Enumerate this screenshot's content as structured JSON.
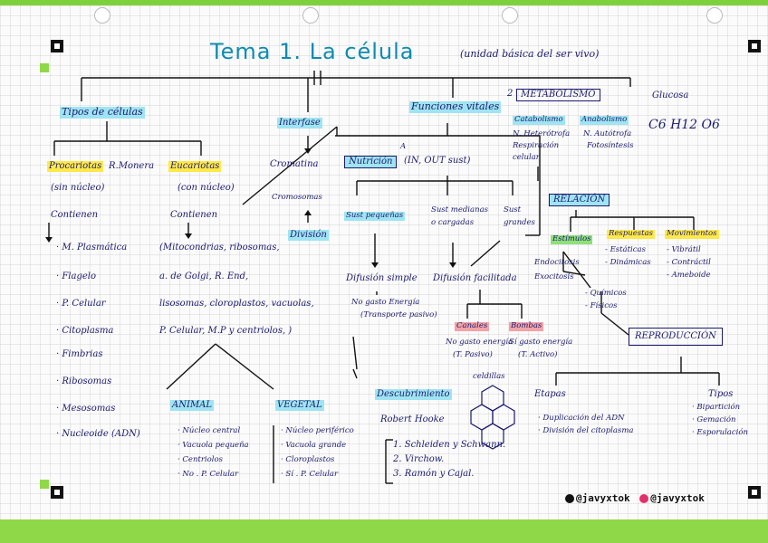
{
  "page": {
    "title": "Tema 1. La célula",
    "subtitle": "(unidad básica del ser vivo)",
    "footer": {
      "tiktok": "@javyxtok",
      "instagram": "@javyxtok"
    }
  },
  "tipos": {
    "heading": "Tipos de células",
    "procariotas": "Procariotas",
    "rmonera": "R.Monera",
    "sin_nucleo": "(sin núcleo)",
    "eucariotas": "Eucariotas",
    "con_nucleo": "(con núcleo)",
    "contienen_left": "Contienen",
    "contienen_right": "Contienen",
    "pro_list": [
      "· M. Plasmática",
      "· Flagelo",
      "· P. Celular",
      "· Citoplasma",
      "· Fimbrias",
      "· Ribosomas",
      "· Mesosomas",
      "· Nucleoide (ADN)"
    ],
    "eu_lines": [
      "(Mitocondrias, ribosomas,",
      "a. de Golgi, R. End,",
      "lisosomas, cloroplastos, vacuolas,",
      "P. Celular, M.P y centriolos, )"
    ],
    "animal": "ANIMAL",
    "vegetal": "VEGETAL",
    "animal_list": [
      "· Núcleo central",
      "· Vacuola pequeña",
      "· Centriolos",
      "· No . P. Celular"
    ],
    "vegetal_list": [
      "· Núcleo periférico",
      "· Vacuola grande",
      "· Cloroplastos",
      "· Sí . P. Celular"
    ]
  },
  "interfase": {
    "heading": "Interfase",
    "cromatina": "Cromatina",
    "cromosomas": "Cromosomas",
    "division": "División"
  },
  "funciones": {
    "heading": "Funciones vitales",
    "nutricion": "Nutrición",
    "nutricion_note": "(IN, OUT sust)",
    "sup_a": "A",
    "sust_peq": "Sust pequeñas",
    "sust_med": [
      "Sust medianas",
      "o cargadas"
    ],
    "sust_gra": [
      "Sust",
      "grandes"
    ],
    "difusion_simple": "Difusión simple",
    "difusion_facilitada": "Difusión facilitada",
    "no_gasto": [
      "No gasto Energía",
      "(Transporte pasivo)"
    ],
    "canales": "Canales",
    "bombas": "Bombas",
    "canales_note": [
      "No gasto energía",
      "(T. Pasivo)"
    ],
    "bombas_note": [
      "Sí gasto energía",
      "(T. Activo)"
    ],
    "endocitosis": [
      "Endocitosis",
      "Exocitosis"
    ]
  },
  "metabolismo": {
    "num": "2",
    "heading": "METABOLISMO",
    "catabolismo": "Catabolismo",
    "anabolismo": "Anabolismo",
    "cat_items": [
      "N. Heterótrofa",
      "Respiración",
      "celular"
    ],
    "ana_items": [
      "N. Autótrofa",
      "Fotosíntesis"
    ],
    "glucosa": "Glucosa",
    "formula": "C6 H12 O6"
  },
  "relacion": {
    "heading": "RELACIÓN",
    "estimulos": "Estímulos",
    "respuestas": "Respuestas",
    "movimientos": "Movimientos",
    "resp_items": [
      "- Estáticas",
      "- Dinámicas"
    ],
    "mov_items": [
      "- Vibrátil",
      "- Contráctil",
      "- Ameboide"
    ],
    "quimicos": "- Químicos",
    "fisicos": "- Físicos"
  },
  "reproduccion": {
    "heading": "REPRODUCCIÓN",
    "etapas": "Etapas",
    "tipos": "Tipos",
    "etapas_items": [
      "· Duplicación del ADN",
      "· División del citoplasma"
    ],
    "tipos_items": [
      "· Bipartición",
      "· Gemación",
      "· Esporulación"
    ]
  },
  "descubrimiento": {
    "heading": "Descubrimiento",
    "celdillas": "celdillas",
    "robert": "Robert Hooke",
    "items": [
      "1. Schleiden y Schwann.",
      "2. Virchow.",
      "3. Ramón y Cajal."
    ]
  }
}
